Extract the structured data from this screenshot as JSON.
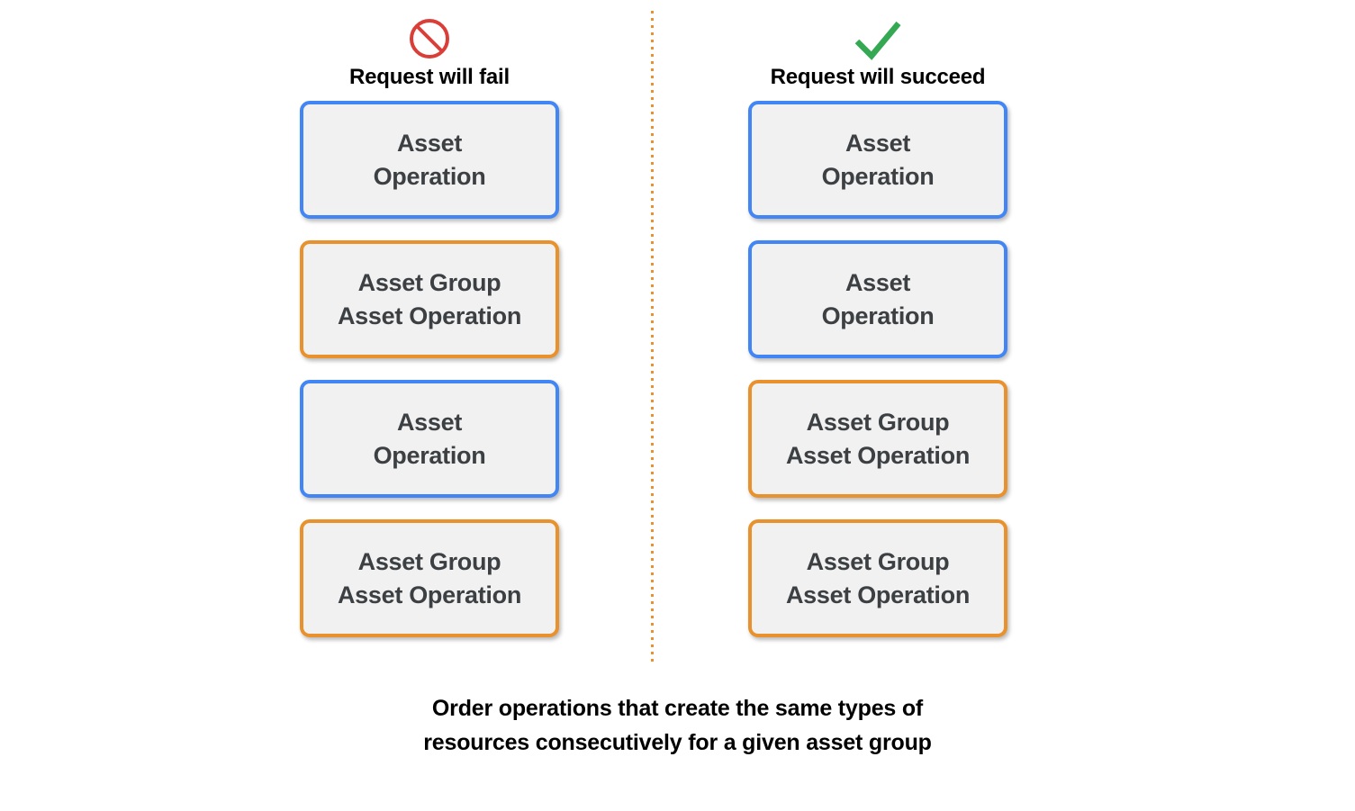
{
  "colors": {
    "blue": "#4285f4",
    "orange": "#e8912d",
    "red": "#d93f38",
    "green": "#34a853",
    "card_fill": "#f1f1f1",
    "card_text": "#3c4043",
    "heading_text": "#000000",
    "background": "#ffffff"
  },
  "columns": [
    {
      "id": "fail",
      "icon": "prohibition-icon",
      "icon_color": "#d93f38",
      "title": "Request will fail",
      "cards": [
        {
          "type": "blue",
          "label": "Asset\nOperation"
        },
        {
          "type": "orange",
          "label": "Asset Group\nAsset Operation"
        },
        {
          "type": "blue",
          "label": "Asset\nOperation"
        },
        {
          "type": "orange",
          "label": "Asset Group\nAsset Operation"
        }
      ]
    },
    {
      "id": "succeed",
      "icon": "checkmark-icon",
      "icon_color": "#34a853",
      "title": "Request will succeed",
      "cards": [
        {
          "type": "blue",
          "label": "Asset\nOperation"
        },
        {
          "type": "blue",
          "label": "Asset\nOperation"
        },
        {
          "type": "orange",
          "label": "Asset Group\nAsset Operation"
        },
        {
          "type": "orange",
          "label": "Asset Group\nAsset Operation"
        }
      ]
    }
  ],
  "divider": {
    "style": "dotted",
    "orientation": "vertical",
    "color": "#e8912d"
  },
  "caption": "Order operations that create the same types of\nresources consecutively for a given asset group"
}
